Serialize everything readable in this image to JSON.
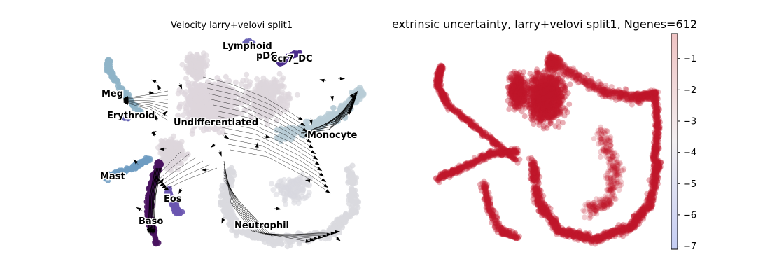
{
  "chart_data": [
    {
      "type": "scatter",
      "subtype": "velocity-streamplot-embedding",
      "title": "Velocity larry+velovi split1",
      "axes_visible": false,
      "clusters": [
        {
          "name": "Lymphoid",
          "color": "#6a63b5"
        },
        {
          "name": "pDC",
          "color": "#5a4fa8"
        },
        {
          "name": "Ccr7_DC",
          "color": "#4b2c8c"
        },
        {
          "name": "Meg",
          "color": "#8fb4c8"
        },
        {
          "name": "Erythroid",
          "color": "#5e5cb0"
        },
        {
          "name": "Undifferentiated",
          "color": "#ddd6dc"
        },
        {
          "name": "Monocyte",
          "color": "#b8ccd6"
        },
        {
          "name": "Mast",
          "color": "#6f9cc2"
        },
        {
          "name": "Eos",
          "color": "#6a55b0"
        },
        {
          "name": "Baso",
          "color": "#4a1460"
        },
        {
          "name": "Neutrophil",
          "color": "#d9d9df"
        }
      ],
      "streamlines": true,
      "stream_color": "#000000"
    },
    {
      "type": "scatter",
      "subtype": "colored-embedding",
      "title": "extrinsic uncertainty, larry+velovi split1, Ngenes=612",
      "axes_visible": false,
      "point_color": "#c0182a",
      "colorbar": {
        "cmap": "coolwarm",
        "range": [
          -7.1,
          -0.2
        ],
        "ticks": [
          "−1",
          "−2",
          "−3",
          "−4",
          "−5",
          "−6",
          "−7"
        ],
        "tick_values": [
          -1,
          -2,
          -3,
          -4,
          -5,
          -6,
          -7
        ]
      }
    }
  ]
}
